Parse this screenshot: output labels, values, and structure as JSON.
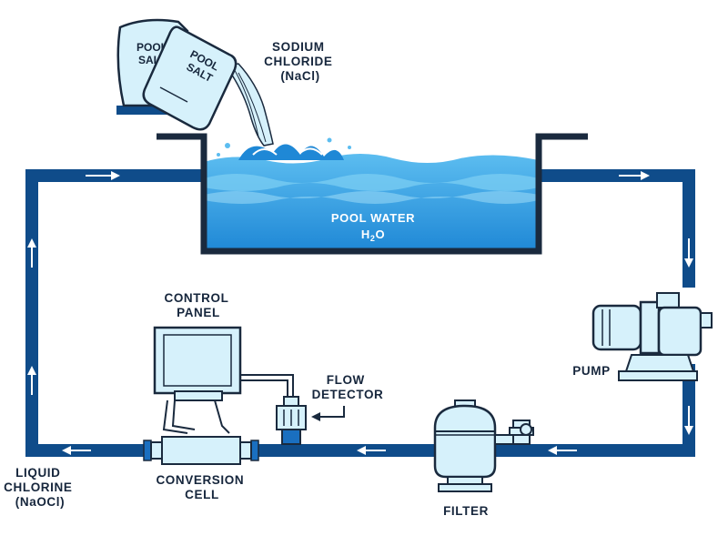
{
  "bags": {
    "front_line1": "POOL",
    "front_line2": "SALT",
    "back_line1": "POOL",
    "back_line2": "SALT"
  },
  "labels": {
    "sodium_line1": "SODIUM",
    "sodium_line2": "CHLORIDE",
    "sodium_line3": "(NaCl)",
    "pool_line1": "POOL WATER",
    "pool_line2_main": "H",
    "pool_line2_sub": "2",
    "pool_line2_tail": "O",
    "control_line1": "CONTROL",
    "control_line2": "PANEL",
    "flow_line1": "FLOW",
    "flow_line2": "DETECTOR",
    "pump": "PUMP",
    "filter": "FILTER",
    "cell_line1": "CONVERSION",
    "cell_line2": "CELL",
    "liquid_line1": "LIQUID",
    "liquid_line2": "CHLORINE",
    "liquid_line3": "(NaOCl)"
  },
  "colors": {
    "pipe": "#0f4c8a",
    "outline": "#1a2a3e",
    "water": "#2f9ee0",
    "water_light": "#6cc4f0",
    "equipment": "#d6f1fb",
    "cell_ring": "#1a6fc0"
  },
  "icons": [
    "arrow-right-icon",
    "arrow-down-icon",
    "arrow-left-icon",
    "arrow-up-icon",
    "pointer-arrow-icon"
  ]
}
